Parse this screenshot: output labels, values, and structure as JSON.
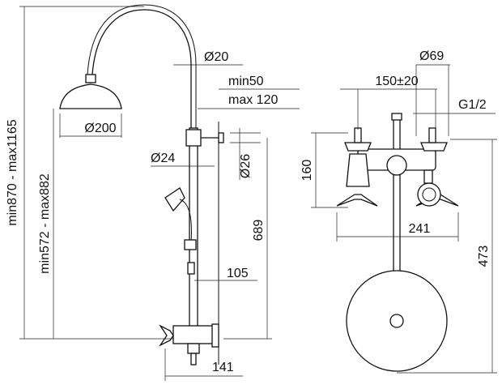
{
  "labels": {
    "overall_height": "min870 - max1165",
    "inner_height": "min572 - max882",
    "head_diameter": "Ø200",
    "pipe_diameter": "Ø20",
    "reach_min": "min50",
    "reach_max": "max 120",
    "column_diameter": "Ø24",
    "bracket_diameter": "Ø26",
    "bracket_height": "689",
    "handshower_offset": "105",
    "valve_depth": "141",
    "center_distance": "150±20",
    "escutcheon_diameter": "Ø69",
    "thread": "G1/2",
    "valve_height": "160",
    "valve_width": "241",
    "front_height": "473"
  },
  "colors": {
    "line": "#111111",
    "background": "#ffffff"
  }
}
